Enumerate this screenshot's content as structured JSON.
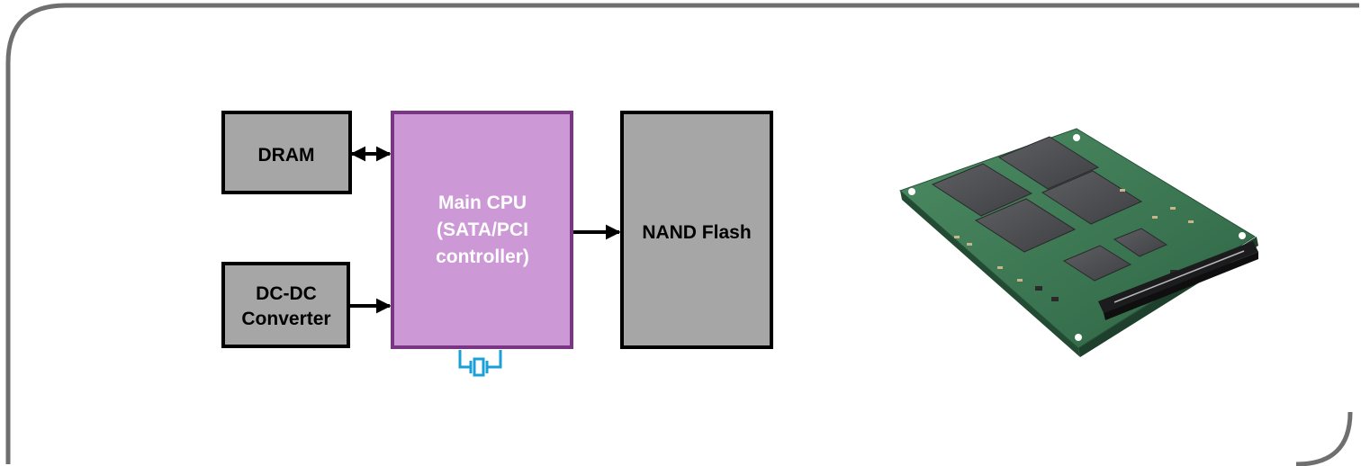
{
  "diagram": {
    "blocks": {
      "dram": {
        "lines": [
          "DRAM"
        ]
      },
      "dcdc": {
        "lines": [
          "DC-DC",
          "Converter"
        ]
      },
      "cpu": {
        "lines": [
          "Main CPU",
          "(SATA/PCI",
          "controller)"
        ]
      },
      "nand": {
        "lines": [
          "NAND Flash"
        ]
      }
    },
    "crystal": {
      "icon": "crystal-oscillator-icon"
    },
    "photo": {
      "subject": "ssd-circuit-board"
    }
  },
  "colors": {
    "frame": "#6f6f6f",
    "block_fill": "#a6a6a6",
    "cpu_fill": "#cc99d6",
    "cpu_border": "#7a3585",
    "crystal": "#1aa0d8",
    "pcb": "#3c7a55",
    "chip": "#4f4f52"
  }
}
